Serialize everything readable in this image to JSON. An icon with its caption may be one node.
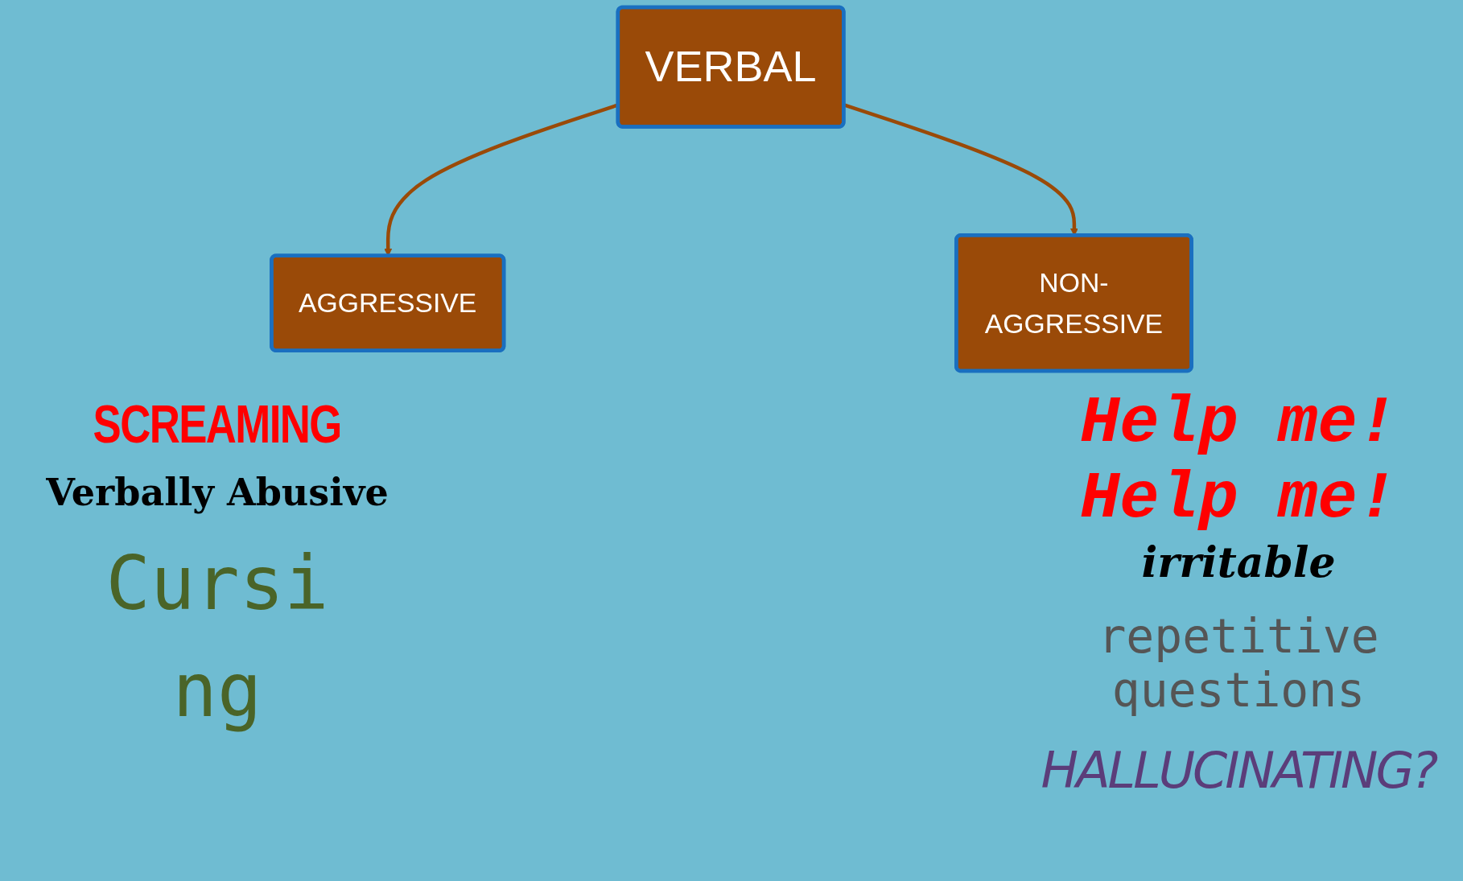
{
  "diagram": {
    "nodes": [
      {
        "text": [
          "VERBAL"
        ]
      },
      {
        "text": [
          "AGGRESSIVE"
        ]
      },
      {
        "text": [
          "NON-AGGRESSIVE"
        ]
      }
    ],
    "edges": [
      {
        "from": 0,
        "to": 1,
        "arrow": "to"
      },
      {
        "from": 0,
        "to": 2,
        "arrow": "to"
      }
    ],
    "labels": [
      "SCREAMING",
      "Verbally Abusive",
      "Cursi ng",
      "Help me!",
      "Help me!",
      "irritable",
      "repetitive questions",
      "HALLUCINATING?"
    ]
  }
}
